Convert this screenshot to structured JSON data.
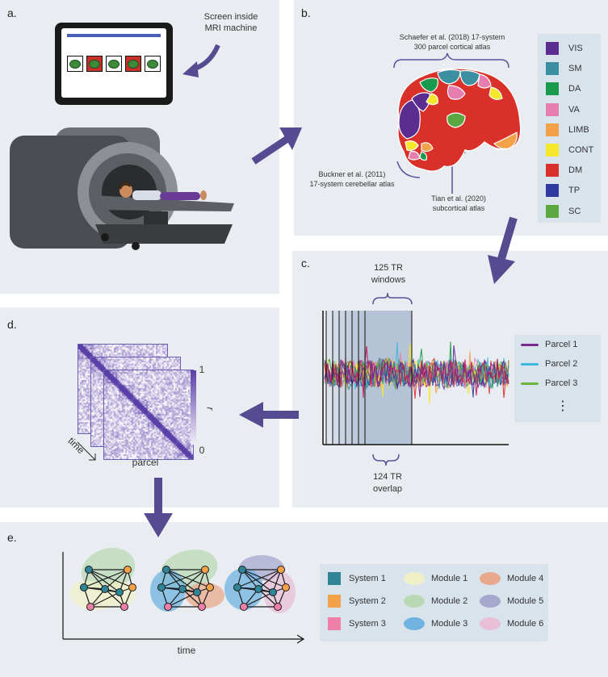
{
  "panel_a": {
    "label": "a.",
    "screen_caption_line1": "Screen inside",
    "screen_caption_line2": "MRI machine",
    "screen_bar_color": "#4a5fb5",
    "stimuli": [
      "green",
      "red",
      "green",
      "red",
      "green"
    ]
  },
  "panel_b": {
    "label": "b.",
    "schaefer_line1": "Schaefer et al. (2018) 17-system",
    "schaefer_line2": "300 parcel cortical atlas",
    "buckner_line1": "Buckner et al. (2011)",
    "buckner_line2": "17-system cerebellar atlas",
    "tian_line1": "Tian et al. (2020)",
    "tian_line2": "subcortical atlas",
    "systems": [
      {
        "name": "VIS",
        "color": "#5b2d91"
      },
      {
        "name": "SM",
        "color": "#3a8fa0"
      },
      {
        "name": "DA",
        "color": "#1a9a4e"
      },
      {
        "name": "VA",
        "color": "#e67fb0"
      },
      {
        "name": "LIMB",
        "color": "#f4a24a"
      },
      {
        "name": "CONT",
        "color": "#f5e72c"
      },
      {
        "name": "DM",
        "color": "#d9302a"
      },
      {
        "name": "TP",
        "color": "#2e3aa0"
      },
      {
        "name": "SC",
        "color": "#5ba843"
      }
    ]
  },
  "panel_c": {
    "label": "c.",
    "window_line1": "125 TR",
    "window_line2": "windows",
    "overlap_line1": "124 TR",
    "overlap_line2": "overlap",
    "parcels": [
      {
        "name": "Parcel 1",
        "color": "#7b2b8f"
      },
      {
        "name": "Parcel 2",
        "color": "#3bb8e0"
      },
      {
        "name": "Parcel 3",
        "color": "#6db33f"
      }
    ],
    "more": "⋮"
  },
  "panel_d": {
    "label": "d.",
    "xaxis": "parcel",
    "time": "time",
    "cbar_top": "1",
    "cbar_bottom": "0",
    "cbar_label": "r"
  },
  "panel_e": {
    "label": "e.",
    "xaxis": "time",
    "legend": [
      {
        "name": "System 1",
        "color": "#2f8496",
        "kind": "square"
      },
      {
        "name": "Module 1",
        "color": "#f0f0c8",
        "kind": "blob"
      },
      {
        "name": "Module 4",
        "color": "#e8a88c",
        "kind": "blob"
      },
      {
        "name": "System 2",
        "color": "#f4a24a",
        "kind": "square"
      },
      {
        "name": "Module 2",
        "color": "#b9d9b4",
        "kind": "blob"
      },
      {
        "name": "Module 5",
        "color": "#a8a8cf",
        "kind": "blob"
      },
      {
        "name": "System 3",
        "color": "#f07fa8",
        "kind": "square"
      },
      {
        "name": "Module 3",
        "color": "#6fb3df",
        "kind": "blob"
      },
      {
        "name": "Module 6",
        "color": "#e7c0d6",
        "kind": "blob"
      }
    ]
  },
  "arrow_color": "#564b91"
}
